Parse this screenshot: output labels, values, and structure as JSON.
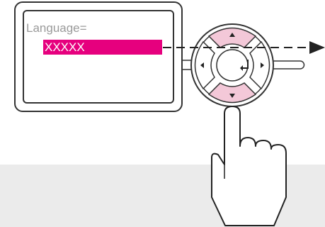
{
  "display": {
    "label": "Language=",
    "value": "XXXXX"
  },
  "colors": {
    "highlight": "#e6007e",
    "label_text": "#9a9a9a",
    "arrow_button": "#f3c8d8",
    "outline": "#333333",
    "band": "#ebebeb"
  },
  "control_pad": {
    "highlighted_buttons": [
      "up",
      "down"
    ],
    "center_icon": "enter-icon"
  },
  "pointer": "hand-pointer-icon"
}
